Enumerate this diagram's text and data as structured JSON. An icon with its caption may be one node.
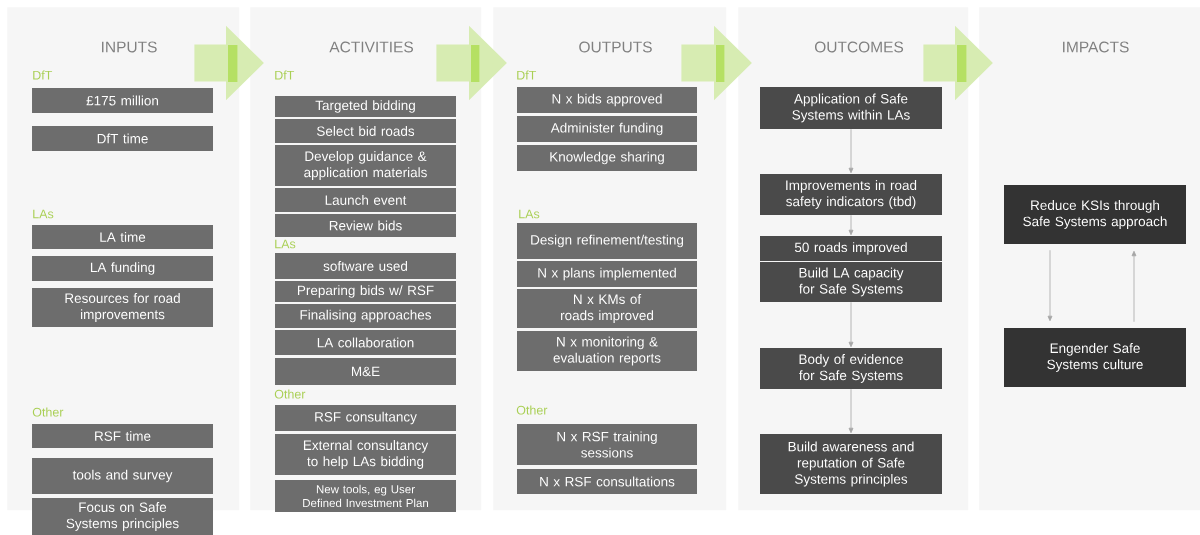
{
  "diagram": {
    "nodes": [
      {
        "text": [
          "INPUTS"
        ]
      },
      {
        "text": [
          "£175 million"
        ],
        "in": 0
      },
      {
        "text": [
          "DfT time"
        ],
        "in": 0
      },
      {
        "text": [
          "LA time"
        ],
        "in": 0
      },
      {
        "text": [
          "LA funding"
        ],
        "in": 0
      },
      {
        "text": [
          "Resources for road improvements"
        ],
        "in": 0
      },
      {
        "text": [
          "RSF time"
        ],
        "in": 0
      },
      {
        "text": [
          "tools and survey"
        ],
        "in": 0
      },
      {
        "text": [
          "Focus on Safe Systems principles"
        ]
      },
      {
        "text": [
          "ACTIVITIES"
        ]
      },
      {
        "text": [
          "Targeted bidding"
        ],
        "in": 9
      },
      {
        "text": [
          "Select bid roads"
        ],
        "in": 9
      },
      {
        "text": [
          "Develop guidance & application materials"
        ],
        "in": 9
      },
      {
        "text": [
          "Launch event"
        ],
        "in": 9
      },
      {
        "text": [
          "Review bids"
        ],
        "in": 9
      },
      {
        "text": [
          "software used"
        ],
        "in": 9
      },
      {
        "text": [
          "Preparing bids w/ RSF"
        ],
        "in": 9
      },
      {
        "text": [
          "Finalising approaches"
        ],
        "in": 9
      },
      {
        "text": [
          "LA collaboration"
        ],
        "in": 9
      },
      {
        "text": [
          "M&E"
        ],
        "in": 9
      },
      {
        "text": [
          "RSF consultancy"
        ],
        "in": 9
      },
      {
        "text": [
          "External consultancy to help LAs bidding"
        ],
        "in": 9
      },
      {
        "text": [
          "New tools, eg User Defined Investment Plan"
        ],
        "in": 9
      },
      {
        "text": [
          "OUTPUTS"
        ]
      },
      {
        "text": [
          "N x bids approved"
        ],
        "in": 23
      },
      {
        "text": [
          "Administer funding"
        ],
        "in": 23
      },
      {
        "text": [
          "Knowledge sharing"
        ],
        "in": 23
      },
      {
        "text": [
          "Design refinement/testing"
        ],
        "in": 23
      },
      {
        "text": [
          "N x plans implemented"
        ],
        "in": 23
      },
      {
        "text": [
          "N x KMs of roads improved"
        ],
        "in": 23
      },
      {
        "text": [
          "N x monitoring & evaluation reports"
        ],
        "in": 23
      },
      {
        "text": [
          "N x RSF training sessions"
        ],
        "in": 23
      },
      {
        "text": [
          "N x RSF consultations"
        ],
        "in": 23
      },
      {
        "text": [
          "OUTCOMES"
        ]
      },
      {
        "text": [
          "Application of Safe Systems within LAs"
        ],
        "in": 33
      },
      {
        "text": [
          "Improvements in road safety indicators (tbd)"
        ],
        "in": 33
      },
      {
        "text": [
          "50 roads improved"
        ],
        "in": 33
      },
      {
        "text": [
          "Build LA capacity for Safe Systems"
        ],
        "in": 33
      },
      {
        "text": [
          "Body of evidence for Safe Systems"
        ],
        "in": 33
      },
      {
        "text": [
          "Build awareness and reputation of Safe Systems principles"
        ],
        "in": 33
      },
      {
        "text": [
          "IMPACTS"
        ]
      },
      {
        "text": [
          "Reduce KSIs through Safe Systems approach"
        ],
        "in": 40
      },
      {
        "text": [
          "Engender Safe Systems culture"
        ],
        "in": 40
      }
    ],
    "edges": [
      {
        "from": 0,
        "to": 9,
        "arrow": "to",
        "style": "thick",
        "color": "#d7ecb2"
      },
      {
        "from": 9,
        "to": 23,
        "arrow": "to",
        "style": "thick",
        "color": "#d7ecb2"
      },
      {
        "from": 23,
        "to": 33,
        "arrow": "to",
        "style": "thick",
        "color": "#d7ecb2"
      },
      {
        "from": 33,
        "to": 40,
        "arrow": "to",
        "style": "thick",
        "color": "#d7ecb2"
      },
      {
        "from": 34,
        "to": 35,
        "arrow": "to"
      },
      {
        "from": 35,
        "to": 36,
        "arrow": "to"
      },
      {
        "from": 37,
        "to": 38,
        "arrow": "to"
      },
      {
        "from": 38,
        "to": 39,
        "arrow": "to"
      },
      {
        "from": 41,
        "to": 42,
        "arrow": "to"
      },
      {
        "from": 42,
        "to": 41,
        "arrow": "to"
      }
    ],
    "labels": [
      "DfT",
      "LAs",
      "Other",
      "DfT",
      "LAs",
      "Other",
      "DfT",
      "LAs",
      "Other"
    ]
  }
}
